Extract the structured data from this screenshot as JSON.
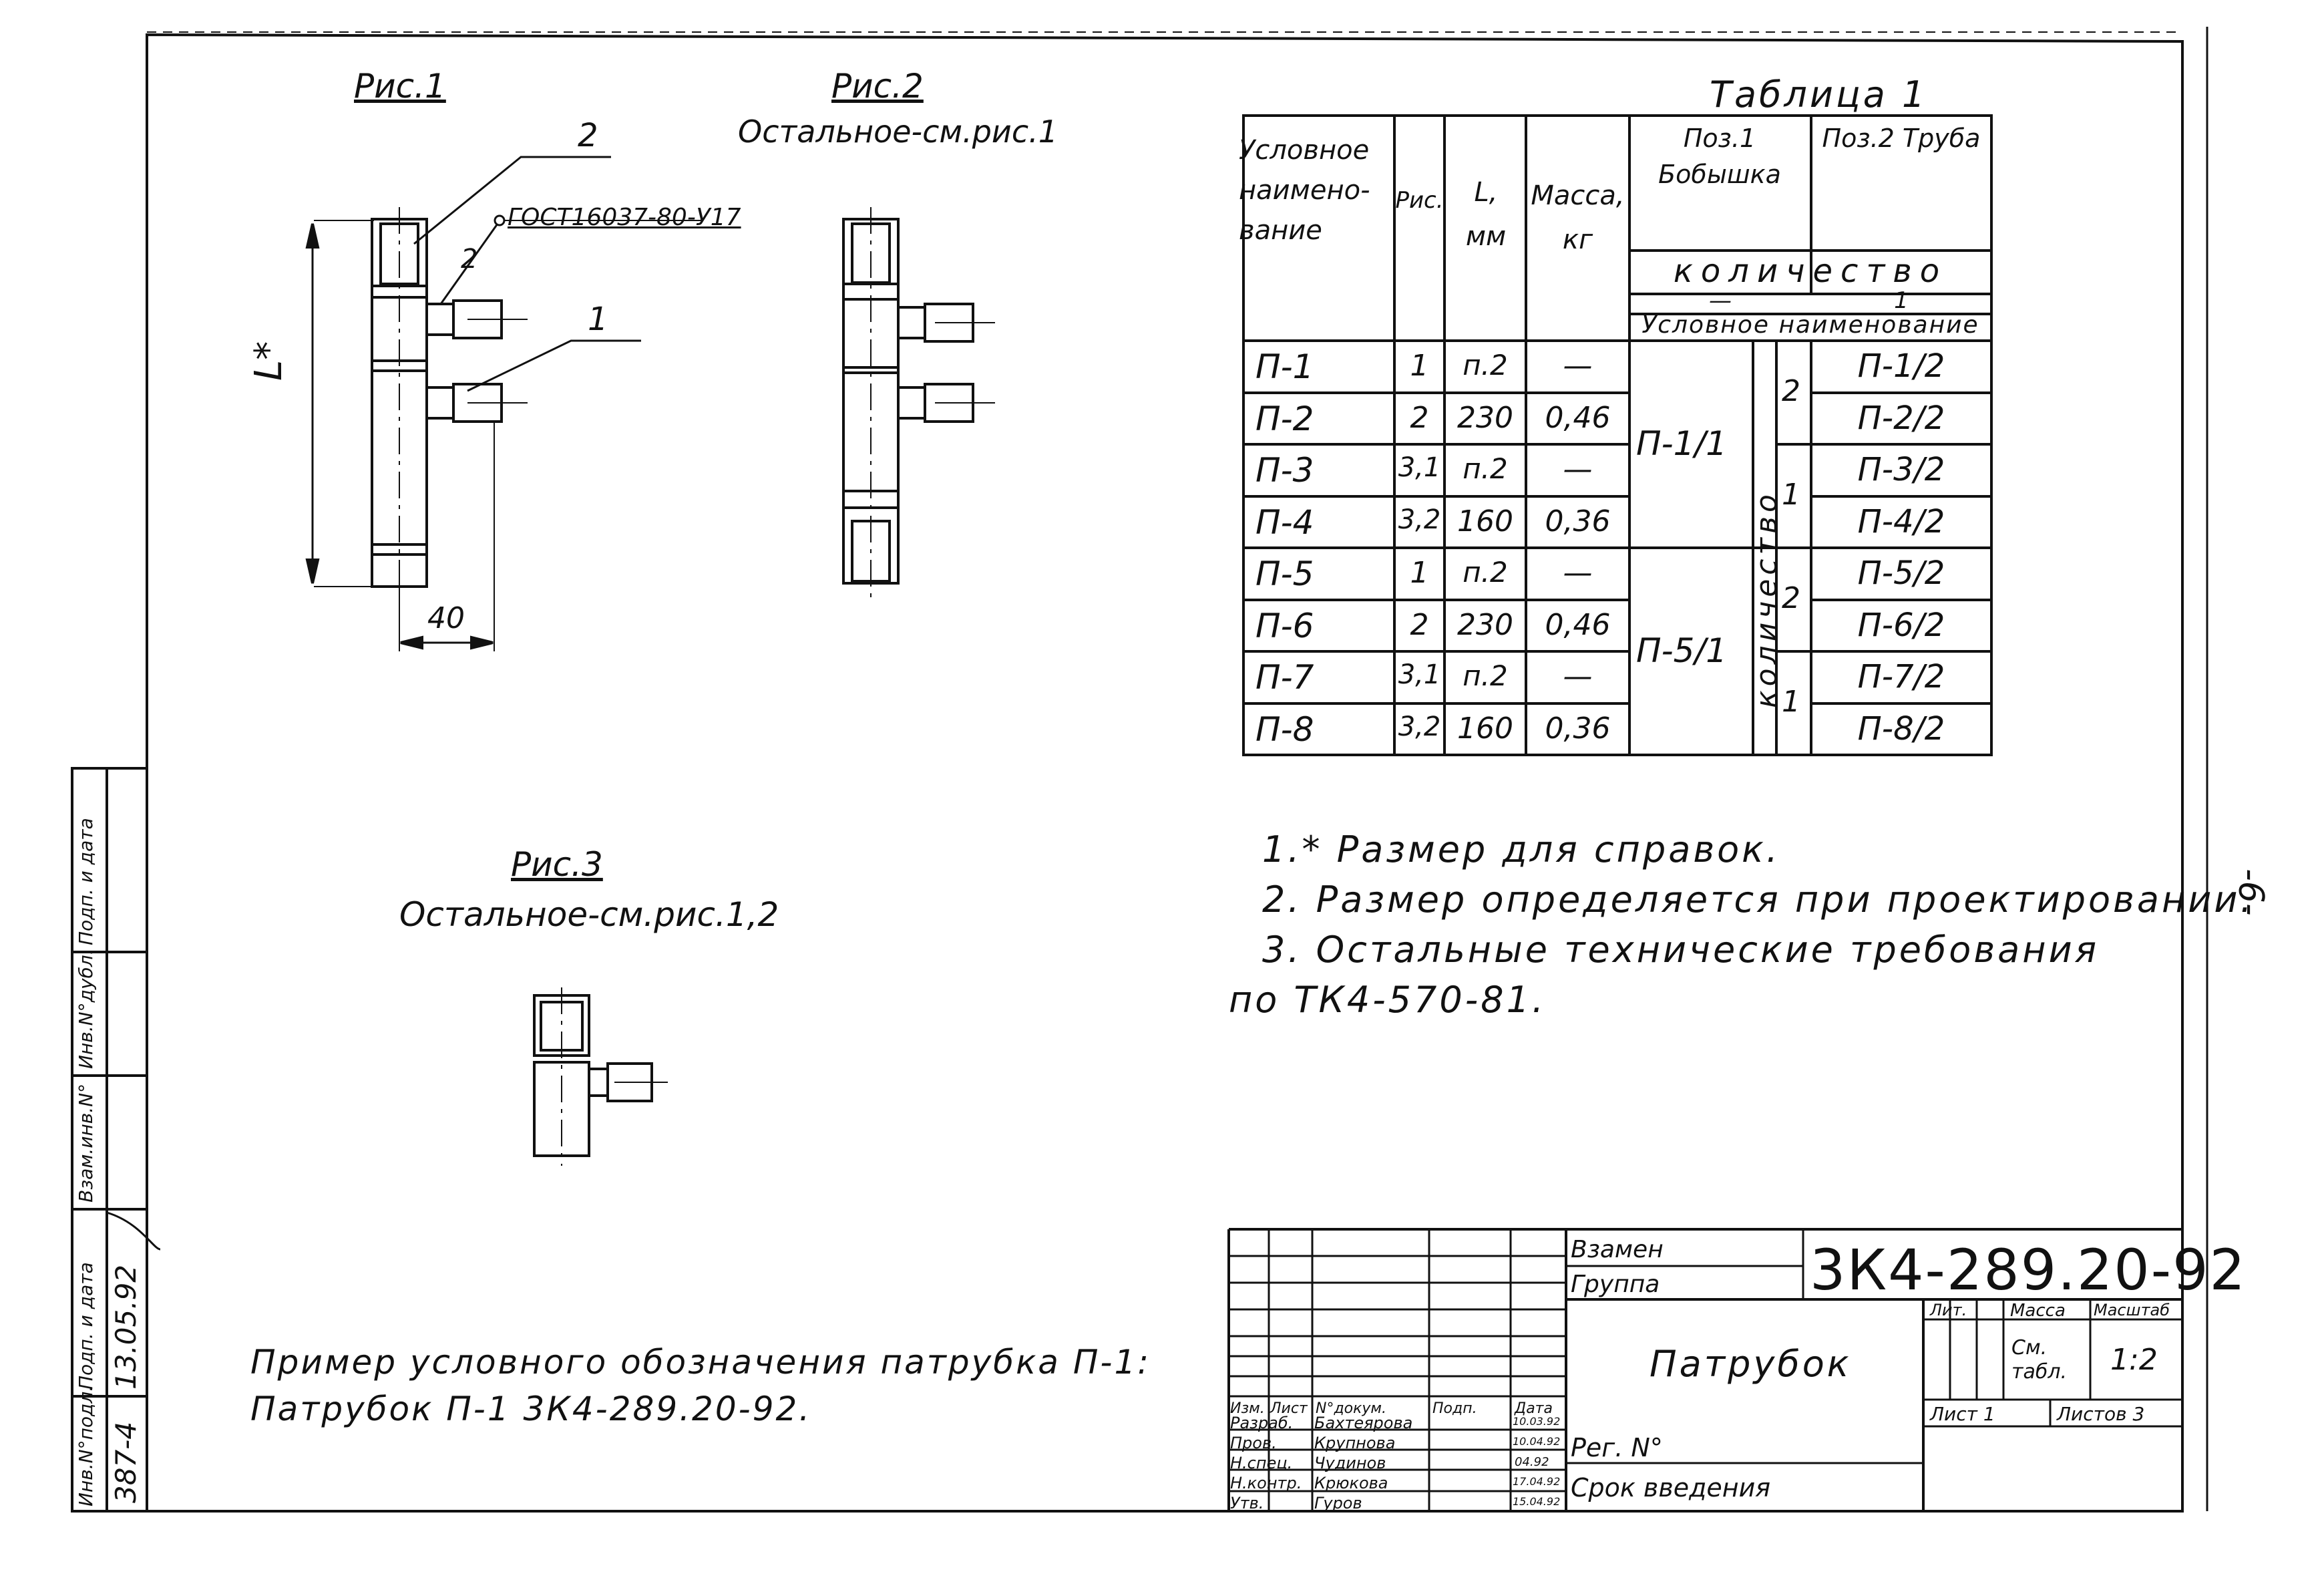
{
  "page_number": "-6-",
  "figures": {
    "fig1": {
      "title": "Рис.1",
      "leader_2": "2",
      "leader_1": "1",
      "weld_ref": "ГОСТ16037-80-У17",
      "weld_leg": "2",
      "dim_L": "L*",
      "dim_40": "40"
    },
    "fig2": {
      "title": "Рис.2",
      "subtitle": "Остальное-см.рис.1"
    },
    "fig3": {
      "title": "Рис.3",
      "subtitle": "Остальное-см.рис.1,2"
    }
  },
  "table": {
    "title": "Таблица 1",
    "headers": {
      "designation": "Условное наимено-вание",
      "fig": "Рис.",
      "length": "L, мм",
      "mass": "Масса, кг",
      "pos1": "Поз.1 Бобышка",
      "pos2": "Поз.2 Труба",
      "qty": "количество",
      "qty_1": "—",
      "qty_2": "1",
      "cond_name": "Условное наименование",
      "vertical": "количество"
    },
    "groups": [
      {
        "name": "П-1/1",
        "counts": [
          "2",
          "1"
        ]
      },
      {
        "name": "П-5/1",
        "counts": [
          "2",
          "1"
        ]
      }
    ],
    "rows": [
      {
        "name": "П-1",
        "fig": "1",
        "L": "п.2",
        "mass": "—",
        "pipe": "П-1/2"
      },
      {
        "name": "П-2",
        "fig": "2",
        "L": "230",
        "mass": "0,46",
        "pipe": "П-2/2"
      },
      {
        "name": "П-3",
        "fig": "3,1",
        "L": "п.2",
        "mass": "—",
        "pipe": "П-3/2"
      },
      {
        "name": "П-4",
        "fig": "3,2",
        "L": "160",
        "mass": "0,36",
        "pipe": "П-4/2"
      },
      {
        "name": "П-5",
        "fig": "1",
        "L": "п.2",
        "mass": "—",
        "pipe": "П-5/2"
      },
      {
        "name": "П-6",
        "fig": "2",
        "L": "230",
        "mass": "0,46",
        "pipe": "П-6/2"
      },
      {
        "name": "П-7",
        "fig": "3,1",
        "L": "п.2",
        "mass": "—",
        "pipe": "П-7/2"
      },
      {
        "name": "П-8",
        "fig": "3,2",
        "L": "160",
        "mass": "0,36",
        "pipe": "П-8/2"
      }
    ]
  },
  "notes": [
    "1.* Размер для справок.",
    "2. Размер определяется при проектировании.",
    "3. Остальные технические требования",
    "по ТК4-570-81."
  ],
  "example": {
    "line1": "Пример условного обозначения патрубка П-1:",
    "line2": "Патрубок П-1 3К4-289.20-92."
  },
  "side_stamp": {
    "labels": [
      "Инв.N°подл.",
      "Подп. и дата",
      "Взам.инв.N°",
      "Инв.N°дубл.",
      "Подп. и дата"
    ],
    "values": [
      "387-4",
      "13.05.92"
    ]
  },
  "title_block": {
    "replaces": "Взамен",
    "group": "Группа",
    "code": "3К4-289.20-92",
    "name": "Патрубок",
    "col_headers": [
      "Изм.",
      "Лист",
      "N°докум.",
      "Подп.",
      "Дата"
    ],
    "people": [
      {
        "role": "Разраб.",
        "name": "Бахтеярова",
        "date": "10.03.92"
      },
      {
        "role": "Пров.",
        "name": "Крупнова",
        "date": "10.04.92"
      },
      {
        "role": "Н.спец.",
        "name": "Чудинов",
        "date": "04.92"
      },
      {
        "role": "Н.контр.",
        "name": "Крюкова",
        "date": "17.04.92"
      },
      {
        "role": "Утв.",
        "name": "Гуров",
        "date": "15.04.92"
      }
    ],
    "lit": "Лит.",
    "mass": "Масса",
    "scale": "Масштаб",
    "mass_value": "См. табл.",
    "scale_value": "1:2",
    "sheet": "Лист 1",
    "sheets": "Листов 3",
    "reg_no": "Рег. N°",
    "intro_date": "Срок введения"
  }
}
